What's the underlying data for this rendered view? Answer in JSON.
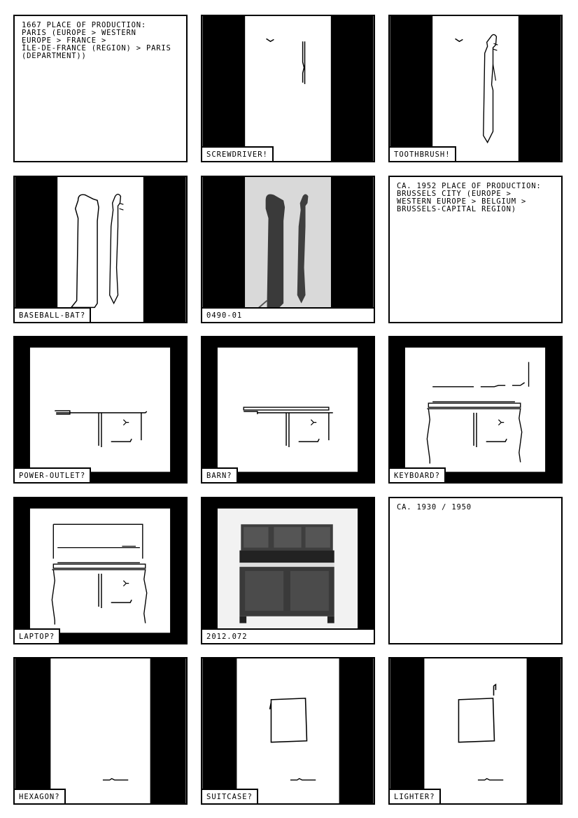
{
  "panels": [
    {
      "text": "1667 place of production:\nParis (Europe > Western\nEurope > France >\nÎle-de-France (region) > Paris\n(department))"
    },
    {
      "caption": "screwdriver!"
    },
    {
      "caption": "toothbrush!"
    },
    {
      "caption": "baseball-bat?"
    },
    {
      "caption": "0490-01"
    },
    {
      "text": "ca. 1952 place of production:\nBrussels City (Europe >\nWestern Europe > Belgium >\nBrussels-Capital Region)"
    },
    {
      "caption": "power-outlet?"
    },
    {
      "caption": "barn?"
    },
    {
      "caption": "keyboard?"
    },
    {
      "caption": "laptop?"
    },
    {
      "caption": "2012.072"
    },
    {
      "text": "ca. 1930 / 1950"
    },
    {
      "caption": "hexagon?"
    },
    {
      "caption": "suitcase?"
    },
    {
      "caption": "lighter?"
    }
  ]
}
